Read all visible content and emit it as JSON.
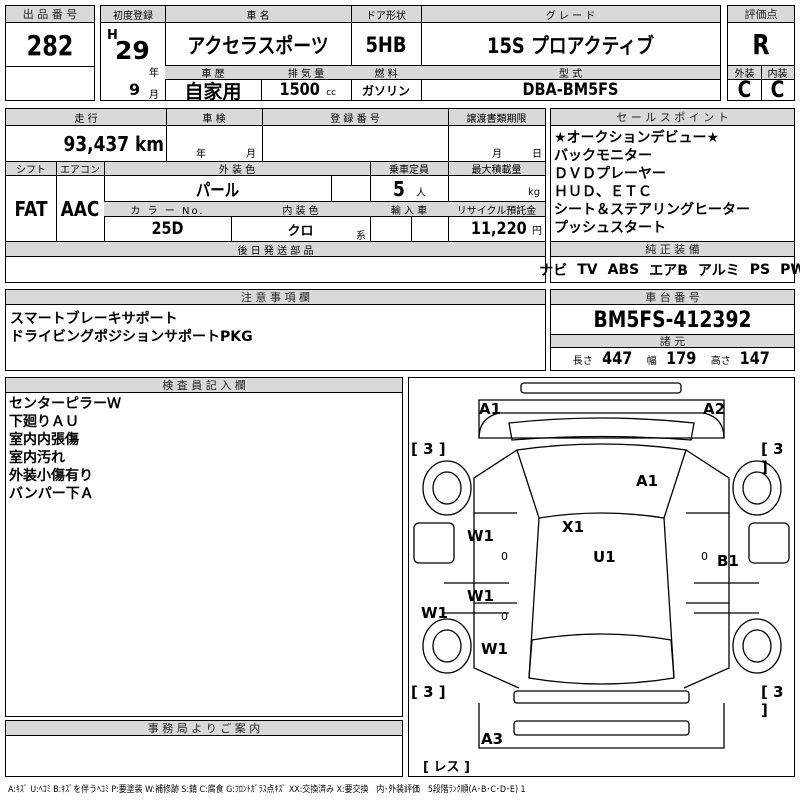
{
  "lot": {
    "label": "出 品 番 号",
    "value": "282"
  },
  "reg": {
    "label": "初度登録",
    "era": "H",
    "year": "29",
    "year_unit": "年",
    "month": "9",
    "month_unit": "月"
  },
  "car_name": {
    "label": "車 名",
    "value": "アクセラスポーツ"
  },
  "door": {
    "label": "ドア形状",
    "value": "5HB"
  },
  "grade": {
    "label": "グ レ ー ド",
    "value": "15S プロアクティブ"
  },
  "score": {
    "label": "評価点",
    "value": "R",
    "ext_label": "外装",
    "int_label": "内装",
    "ext": "C",
    "int": "C"
  },
  "history": {
    "label": "車 歴",
    "value": "自家用"
  },
  "displacement": {
    "label": "排 気 量",
    "value": "1500",
    "unit": "cc"
  },
  "fuel": {
    "label": "燃 料",
    "value": "ガソリン"
  },
  "model": {
    "label": "型 式",
    "value": "DBA-BM5FS"
  },
  "mileage": {
    "label": "走 行",
    "value": "93,437 km"
  },
  "inspection": {
    "label": "車 検",
    "year_unit": "年",
    "month_unit": "月"
  },
  "reg_no": {
    "label": "登 録 番 号"
  },
  "transfer": {
    "label": "譲渡書類期限",
    "month_unit": "月",
    "day_unit": "日"
  },
  "shift": {
    "label": "シフト",
    "value": "FAT"
  },
  "ac": {
    "label": "エアコン",
    "value": "AAC"
  },
  "ext_color": {
    "label": "外 装 色",
    "value": "パール"
  },
  "capacity": {
    "label": "乗車定員",
    "value": "5",
    "unit": "人"
  },
  "max_load": {
    "label": "最大積載量",
    "unit": "kg"
  },
  "color_no": {
    "label": "カ ラ ー No.",
    "value": "25D"
  },
  "int_color": {
    "label": "内 装 色",
    "value": "クロ",
    "unit": "系"
  },
  "import": {
    "label": "輸 入 車"
  },
  "recycle": {
    "label": "リサイクル預託金",
    "value": "11,220",
    "unit": "円"
  },
  "later_parts": {
    "label": "後 日 発 送 部 品"
  },
  "sales": {
    "label": "セ ー ル ス ポ イ ン ト",
    "items": [
      "★オークションデビュー★",
      "バックモニター",
      "ＤＶＤプレーヤー",
      "ＨＵＤ、ＥＴＣ",
      "シート＆ステアリングヒーター",
      "プッシュスタート"
    ]
  },
  "equipment": {
    "label": "純 正 装 備",
    "items": [
      "ナビ",
      "TV",
      "ABS",
      "エアB",
      "アルミ",
      "PS",
      "PW"
    ]
  },
  "notes": {
    "label": "注 意 事 項 欄",
    "items": [
      "スマートブレーキサポート",
      "ドライビングポジションサポートPKG"
    ]
  },
  "chassis": {
    "label": "車 台 番 号",
    "value": "BM5FS-412392"
  },
  "dims": {
    "label": "諸 元",
    "length_label": "長さ",
    "length": "447",
    "width_label": "幅",
    "width": "179",
    "height_label": "高さ",
    "height": "147"
  },
  "inspector": {
    "label": "検 査 員 記 入 欄",
    "items": [
      "センターピラーＷ",
      "下廻りＡＵ",
      "室内内張傷",
      "室内汚れ",
      "外装小傷有り",
      "バンパー下Ａ"
    ]
  },
  "office": {
    "label": "事 務 局 よ り ご 案 内"
  },
  "diagram": {
    "marks": [
      "A1",
      "A2",
      "[ 3 ]",
      "[ 3 ]",
      "A1",
      "X1",
      "W1",
      "U1",
      "B1",
      "0",
      "0",
      "W1",
      "0",
      "W1",
      "W1",
      "[ 3 ]",
      "[ 3 ]",
      "A3",
      "[ レス ]"
    ]
  },
  "legend": "A:ｷｽﾞ U:ﾍｺﾐ B:ｷｽﾞを伴うﾍｺﾐ P:要塗装 W:補修跡 S:錆 C:腐食 G:ﾌﾛﾝﾄｶﾞﾗｽ点ｷｽﾞ XX:交換済み X:要交換　内･外装評価　5段階ﾗﾝｸ順(A･B･C･D･E) 1"
}
